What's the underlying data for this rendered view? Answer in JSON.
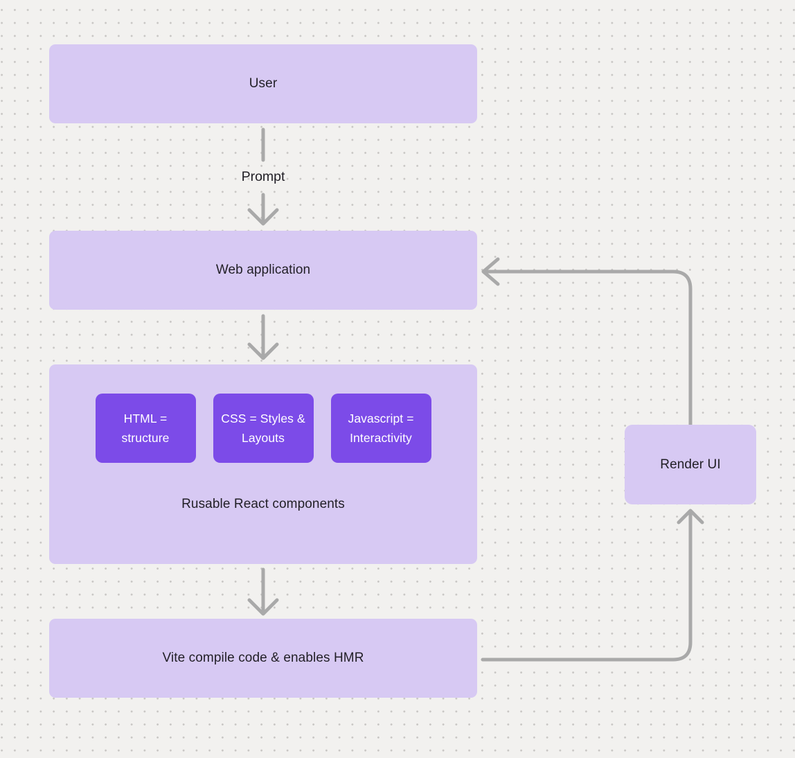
{
  "diagram": {
    "colors": {
      "canvas_bg": "#f2f1ef",
      "dot": "#c7c5c3",
      "node_fill": "#d7c9f3",
      "chip_fill": "#7c4be8",
      "chip_text": "#ffffff",
      "label_text": "#211f26",
      "connector": "#a9a9a9"
    },
    "nodes": {
      "user": {
        "label": "User"
      },
      "web_application": {
        "label": "Web application"
      },
      "components_group": {
        "chips": [
          {
            "label": "HTML = structure"
          },
          {
            "label": "CSS = Styles & Layouts"
          },
          {
            "label": "Javascript = Interactivity"
          }
        ],
        "label": "Rusable React components"
      },
      "vite": {
        "label": "Vite compile code & enables HMR"
      },
      "render_ui": {
        "label": "Render UI"
      }
    },
    "edges": {
      "prompt_label": "Prompt"
    }
  }
}
